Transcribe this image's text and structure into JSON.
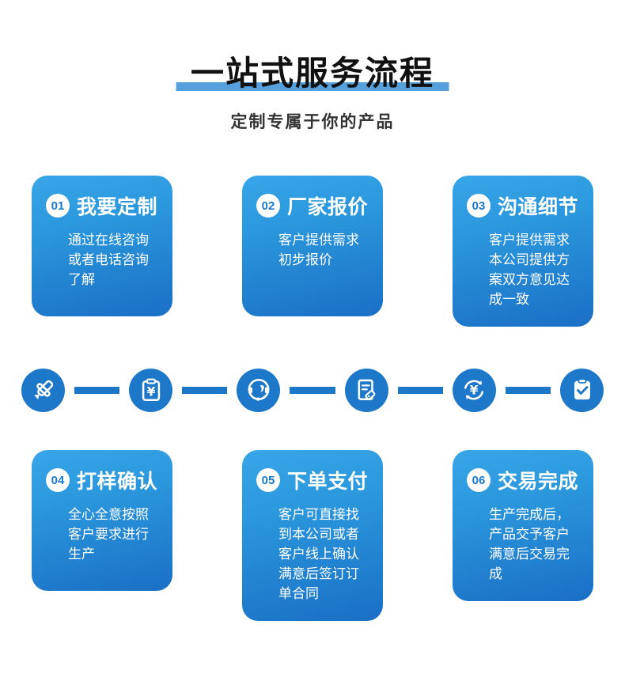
{
  "page": {
    "title": "一站式服务流程",
    "subtitle": "定制专属于你的产品"
  },
  "steps": [
    {
      "num": "01",
      "title": "我要定制",
      "desc": "通过在线咨询或者电话咨询了解",
      "icon": "pen-customize-icon"
    },
    {
      "num": "02",
      "title": "厂家报价",
      "desc": "客户提供需求初步报价",
      "icon": "clipboard-yuan-icon"
    },
    {
      "num": "03",
      "title": "沟通细节",
      "desc": "客户提供需求本公司提供方案双方意见达成一致",
      "icon": "headset-service-icon"
    },
    {
      "num": "04",
      "title": "打样确认",
      "desc": "全心全意按照客户要求进行生产",
      "icon": "document-tag-icon"
    },
    {
      "num": "05",
      "title": "下单支付",
      "desc": "客户可直接找到本公司或者客户线上确认满意后签订订单合同",
      "icon": "yuan-cycle-icon"
    },
    {
      "num": "06",
      "title": "交易完成",
      "desc": "生产完成后，产品交予客户满意后交易完成",
      "icon": "clipboard-check-icon"
    }
  ],
  "colors": {
    "card_gradient_top": "#38a6e8",
    "card_gradient_bottom": "#1a6fc5",
    "icon_circle_blue": "#1d78ca",
    "title_underline_blue": "#55a0dd",
    "step_number_blue": "#1778cc"
  }
}
